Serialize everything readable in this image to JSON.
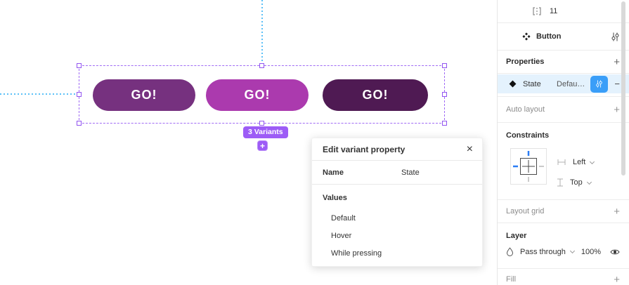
{
  "icons": {
    "plus": "+",
    "minus": "−",
    "close": "×"
  },
  "colors": {
    "figma_purple": "#9d5cf6",
    "selection_purple": "#a06bf5",
    "guide_blue": "#5cc0f7",
    "accent_blue": "#3a9ef8",
    "state_row_highlight": "#e4f2fd"
  },
  "canvas": {
    "variant_badge": "3 Variants",
    "buttons": [
      {
        "label": "GO!",
        "color": "#76317F"
      },
      {
        "label": "GO!",
        "color": "#AB3AAE"
      },
      {
        "label": "GO!",
        "color": "#4F1A53"
      }
    ]
  },
  "dialog": {
    "title": "Edit variant property",
    "name_label": "Name",
    "name_value": "State",
    "values_label": "Values",
    "values": [
      "Default",
      "Hover",
      "While pressing"
    ]
  },
  "sidebar": {
    "spacing_value": "11",
    "component_name": "Button",
    "properties_title": "Properties",
    "state_row": {
      "name": "State",
      "value": "Defau…"
    },
    "auto_layout_title": "Auto layout",
    "constraints": {
      "title": "Constraints",
      "horizontal": "Left",
      "vertical": "Top"
    },
    "layout_grid_title": "Layout grid",
    "layer": {
      "title": "Layer",
      "blend_mode": "Pass through",
      "opacity": "100%"
    },
    "fill_title": "Fill"
  }
}
